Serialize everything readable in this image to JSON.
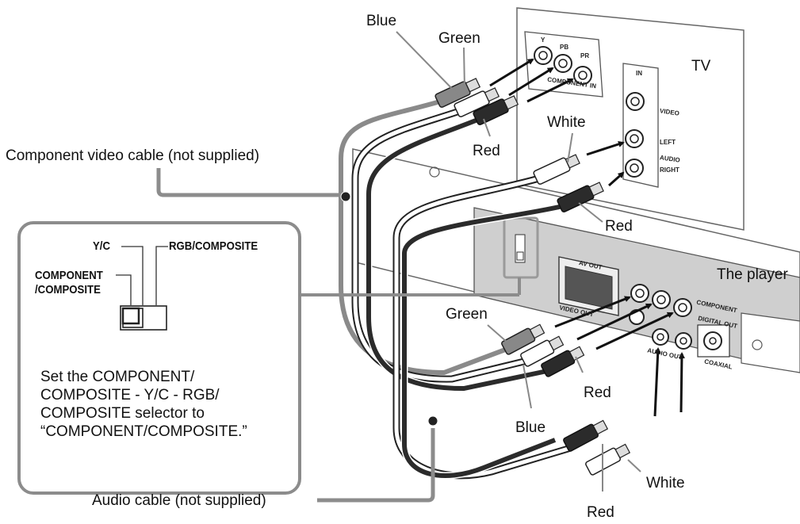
{
  "labels": {
    "tv": "TV",
    "player": "The player",
    "component_cable": "Component video cable (not supplied)",
    "audio_cable": "Audio cable (not supplied)",
    "tv_blue": "Blue",
    "tv_green": "Green",
    "tv_red_video": "Red",
    "tv_white": "White",
    "tv_red_audio": "Red",
    "pl_green": "Green",
    "pl_red_video": "Red",
    "pl_blue": "Blue",
    "pl_white": "White",
    "pl_red_audio": "Red"
  },
  "selector": {
    "yc": "Y/C",
    "rgb": "RGB/COMPOSITE",
    "component_line1": "COMPONENT",
    "component_line2": "/COMPOSITE",
    "note": "Set the COMPONENT/\nCOMPOSITE - Y/C - RGB/\nCOMPOSITE selector to\n“COMPONENT/COMPOSITE.”"
  },
  "tv_panel": {
    "in": "IN",
    "video": "VIDEO",
    "left": "LEFT",
    "audio": "AUDIO",
    "right": "RIGHT",
    "y": "Y",
    "pb": "PB",
    "pr": "PR",
    "component_in": "COMPONENT IN"
  },
  "player_panel": {
    "av_out": "AV OUT",
    "video_out": "VIDEO OUT",
    "component": "COMPONENT",
    "digital_out": "DIGITAL OUT",
    "coaxial": "COAXIAL",
    "audio_out": "AUDIO OUT"
  },
  "colors": {
    "cable_gray": "#8a8a8a",
    "cable_dark": "#2b2b2b",
    "callout_gray": "#8c8c8c",
    "panel_gray": "#c9c9c9"
  }
}
